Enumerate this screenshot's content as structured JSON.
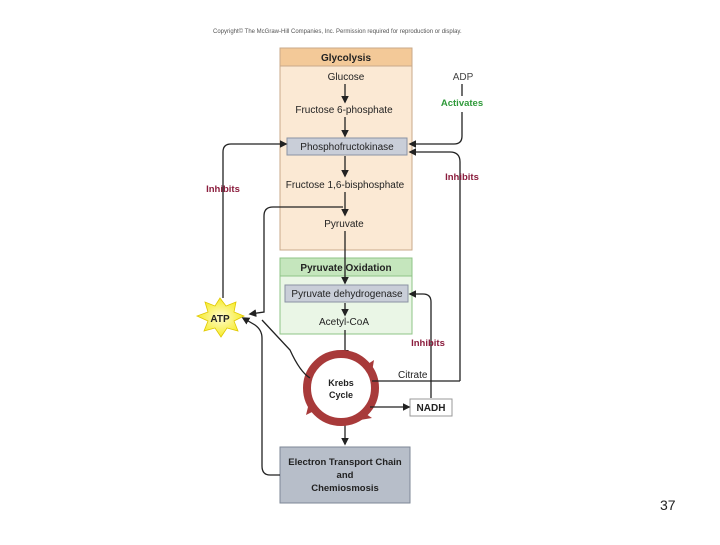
{
  "copyright": "Copyright© The McGraw-Hill Companies, Inc. Permission required for reproduction or display.",
  "glycolysis": {
    "title": "Glycolysis",
    "glucose": "Glucose",
    "f6p": "Fructose 6-phosphate",
    "enzyme": "Phosphofructokinase",
    "f16bp": "Fructose 1,6-bisphosphate",
    "pyruvate": "Pyruvate"
  },
  "pyruvate_oxidation": {
    "title": "Pyruvate Oxidation",
    "enzyme": "Pyruvate dehydrogenase",
    "acetyl_coa": "Acetyl-CoA"
  },
  "krebs": {
    "line1": "Krebs",
    "line2": "Cycle"
  },
  "citrate": "Citrate",
  "nadh": "NADH",
  "adp": "ADP",
  "atp": "ATP",
  "labels": {
    "activates": "Activates",
    "inhibits_left": "Inhibits",
    "inhibits_right": "Inhibits",
    "inhibits_lower": "Inhibits"
  },
  "etc": {
    "line1": "Electron Transport Chain",
    "line2": "and",
    "line3": "Chemiosmosis"
  },
  "page_number": "37",
  "colors": {
    "glycolysis_fill": "#fbe9d4",
    "glycolysis_header": "#f3c998",
    "oxidation_fill": "#eaf6e6",
    "oxidation_header": "#c5e6bd",
    "enzyme_fill": "#c9ced8",
    "etc_fill": "#b7bec9",
    "krebs_ring": "#a83a3a",
    "activates": "#2f9a3a",
    "inhibits": "#8b1d3d",
    "atp_burst": "#f6ec2a"
  }
}
